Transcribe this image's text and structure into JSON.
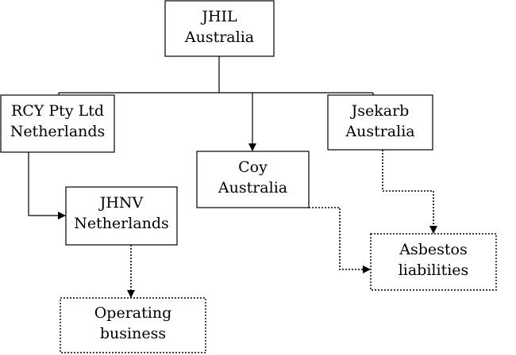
{
  "diagram": {
    "nodes": {
      "jhil": {
        "line1": "JHIL",
        "line2": "Australia",
        "border": "solid"
      },
      "rcy": {
        "line1": "RCY Pty Ltd",
        "line2": "Netherlands",
        "border": "solid"
      },
      "coy": {
        "line1": "Coy",
        "line2": "Australia",
        "border": "solid"
      },
      "jsekarb": {
        "line1": "Jsekarb",
        "line2": "Australia",
        "border": "solid"
      },
      "jhnv": {
        "line1": "JHNV",
        "line2": "Netherlands",
        "border": "solid"
      },
      "asbestos": {
        "line1": "Asbestos",
        "line2": "liabilities",
        "border": "dotted"
      },
      "operating": {
        "line1": "Operating",
        "line2": "business",
        "border": "dotted"
      }
    },
    "edges": [
      {
        "from": "jhil",
        "to": "rcy",
        "style": "solid",
        "arrow": false
      },
      {
        "from": "jhil",
        "to": "coy",
        "style": "solid",
        "arrow": true
      },
      {
        "from": "jhil",
        "to": "jsekarb",
        "style": "solid",
        "arrow": false
      },
      {
        "from": "rcy",
        "to": "jhnv",
        "style": "solid",
        "arrow": true
      },
      {
        "from": "jhnv",
        "to": "operating",
        "style": "dotted",
        "arrow": true
      },
      {
        "from": "coy",
        "to": "asbestos",
        "style": "dotted",
        "arrow": true
      },
      {
        "from": "jsekarb",
        "to": "asbestos",
        "style": "dotted",
        "arrow": true
      }
    ],
    "colors": {
      "stroke": "#000000",
      "background": "#ffffff"
    }
  }
}
